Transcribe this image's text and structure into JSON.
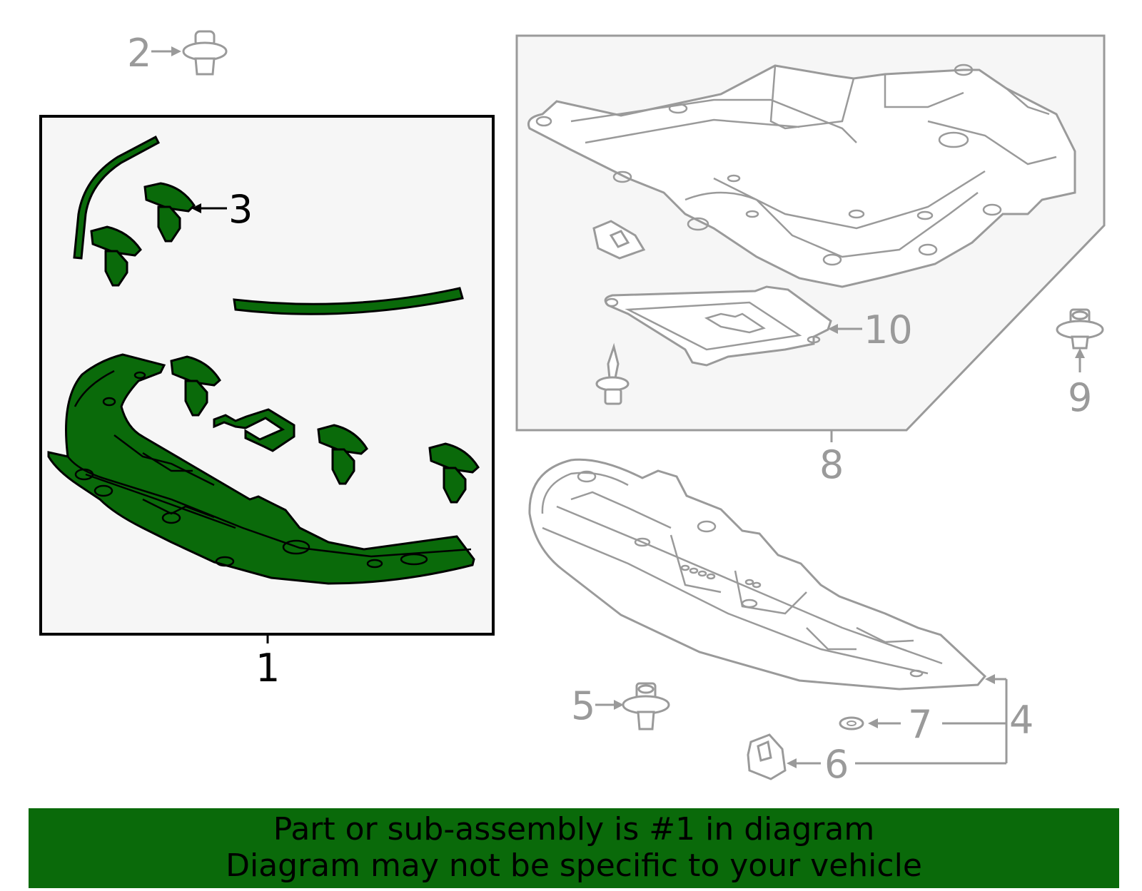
{
  "callouts": {
    "c1": "1",
    "c2": "2",
    "c3": "3",
    "c4": "4",
    "c5": "5",
    "c6": "6",
    "c7": "7",
    "c8": "8",
    "c9": "9",
    "c10": "10"
  },
  "colors": {
    "highlight_part": "#0a6a0a",
    "grey_part": "#9a9a9a",
    "box_fill": "#f6f6f6",
    "banner_bg": "#0a6a0a"
  },
  "banner": {
    "line1": "Part or sub-assembly is #1 in diagram",
    "line2": "Diagram may not be specific to your vehicle"
  }
}
